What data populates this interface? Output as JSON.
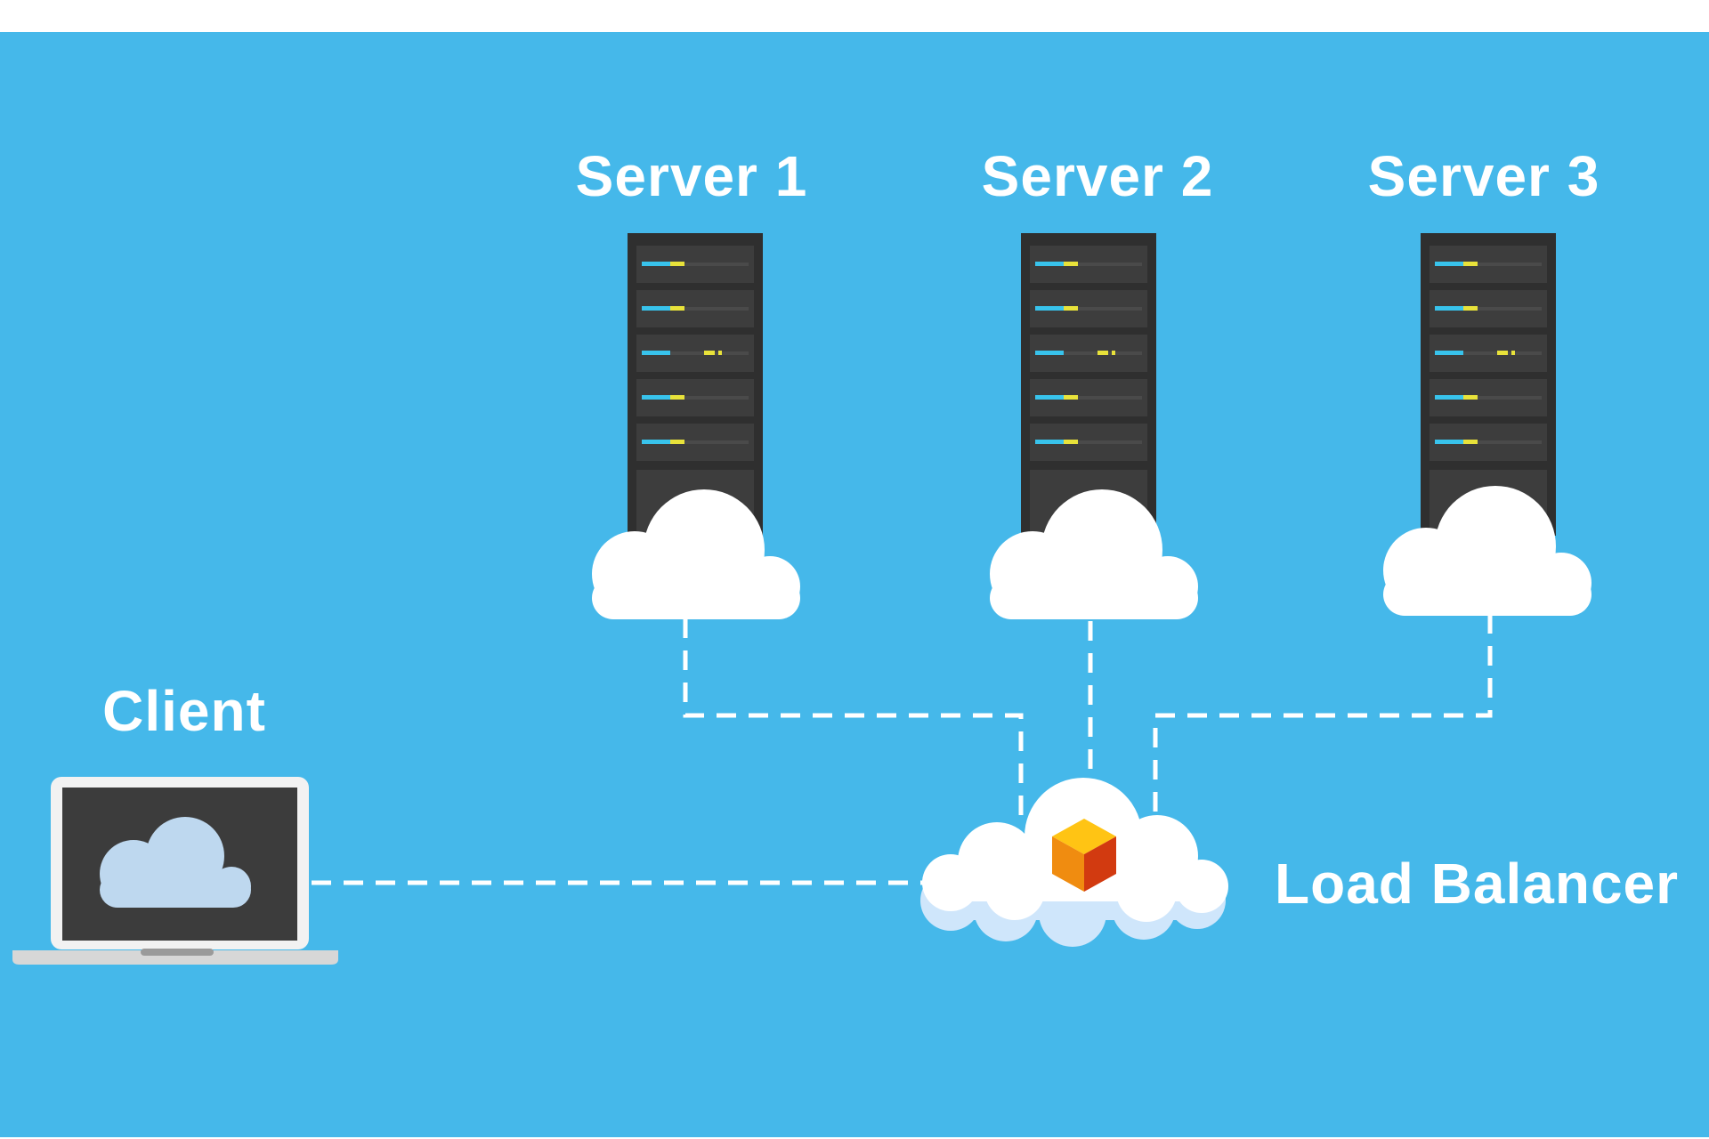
{
  "diagram": {
    "client_label": "Client",
    "load_balancer_label": "Load Balancer",
    "servers": [
      {
        "label": "Server 1"
      },
      {
        "label": "Server 2"
      },
      {
        "label": "Server 3"
      }
    ]
  },
  "colors": {
    "background": "#45b8ea",
    "frame": "#ffffff",
    "rack": "#2f2f2f",
    "rack_slot": "#3d3d3d",
    "cloud": "#ffffff",
    "cloud_shadow": "#cfe6fb",
    "screen": "#3c3c3c",
    "laptop_frame": "#f2f2f2",
    "led_blue": "#38c3ec",
    "led_yellow": "#e8e23a",
    "cube_top": "#ffc414",
    "cube_left": "#f08c10",
    "cube_right": "#d23a10"
  },
  "icons": {
    "laptop": "laptop-icon",
    "server": "server-rack-icon",
    "cloud": "cloud-icon",
    "cube": "cube-icon"
  }
}
